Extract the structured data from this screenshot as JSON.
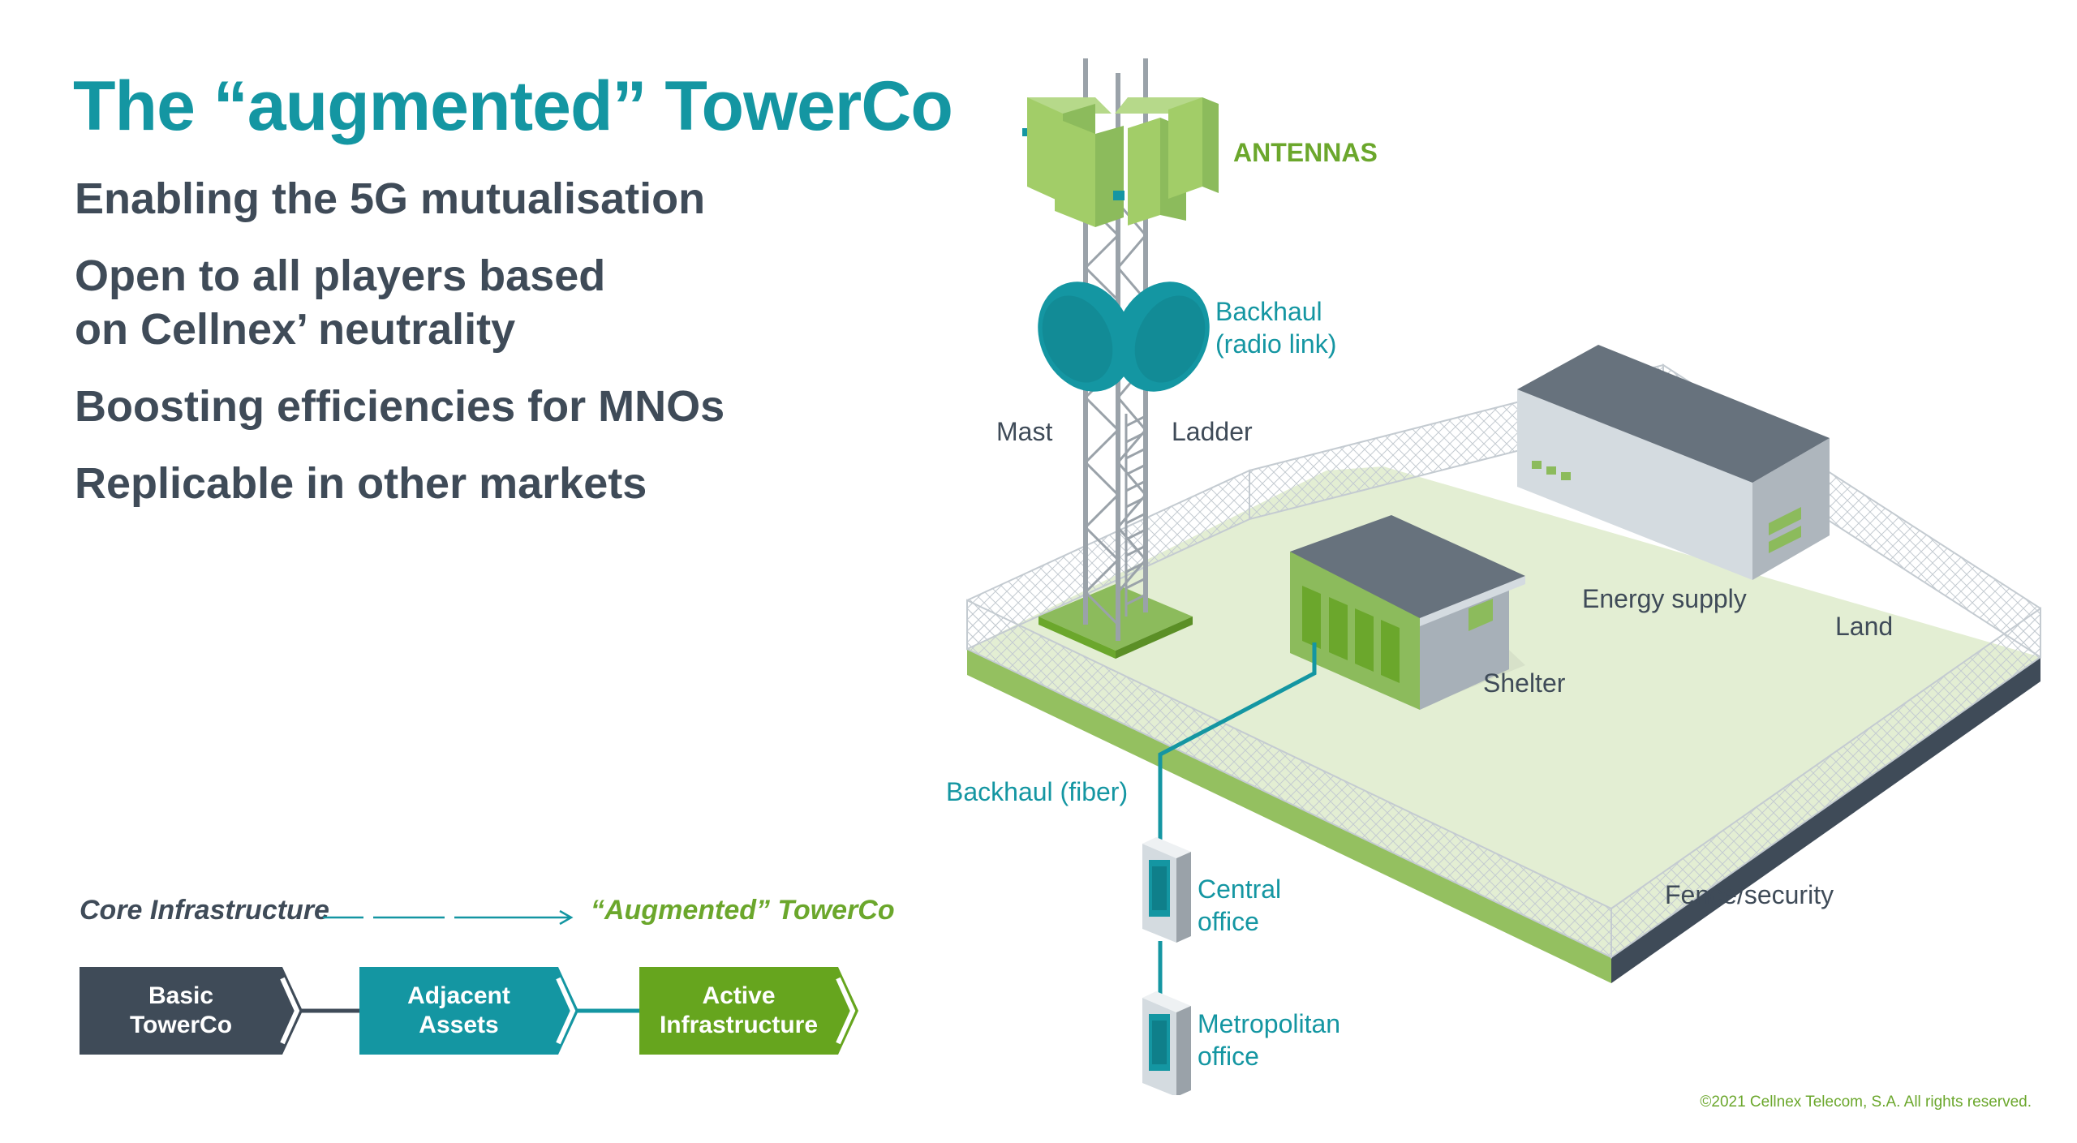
{
  "title": "The “augmented” TowerCo",
  "bullets": [
    {
      "lines": [
        "Enabling the 5G mutualisation"
      ]
    },
    {
      "lines": [
        "Open to all players based",
        "on Cellnex’ neutrality"
      ]
    },
    {
      "lines": [
        "Boosting efficiencies for MNOs"
      ]
    },
    {
      "lines": [
        "Replicable in other markets"
      ]
    }
  ],
  "flow": {
    "left_label": "Core Infrastructure",
    "right_label": "“Augmented” TowerCo",
    "steps": [
      {
        "lines": [
          "Basic",
          "TowerCo"
        ],
        "color": "#3f4b58"
      },
      {
        "lines": [
          "Adjacent",
          "Assets"
        ],
        "color": "#1496a2"
      },
      {
        "lines": [
          "Active",
          "Infrastructure"
        ],
        "color": "#66a51e"
      }
    ]
  },
  "diagram": {
    "antennas": "ANTENNAS",
    "backhaul_radio": [
      "Backhaul",
      "(radio link)"
    ],
    "mast": "Mast",
    "ladder": "Ladder",
    "energy_supply": "Energy supply",
    "land": "Land",
    "shelter": "Shelter",
    "backhaul_fiber": "Backhaul (fiber)",
    "central_office": [
      "Central",
      "office"
    ],
    "fence": "Fence/security",
    "metropolitan_office": [
      "Metropolitan",
      "office"
    ]
  },
  "colors": {
    "teal": "#1496a2",
    "green": "#6ba72c",
    "dark": "#3f4b58",
    "land": "#e3eed3"
  },
  "copyright": "©2021 Cellnex Telecom, S.A. All rights reserved."
}
